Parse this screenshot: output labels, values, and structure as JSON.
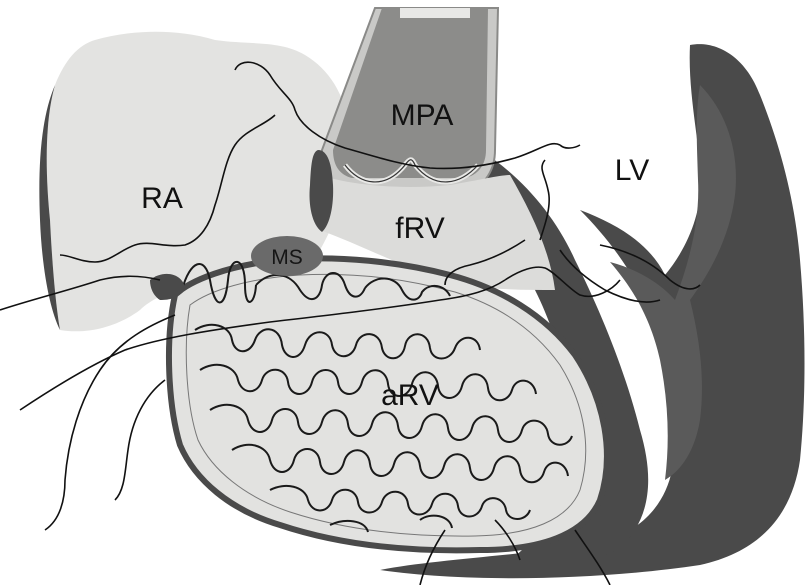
{
  "labels": {
    "mpa": "MPA",
    "ra": "RA",
    "lv": "LV",
    "frv": "fRV",
    "ms": "MS",
    "arv": "aRV"
  },
  "colors": {
    "background": "#ffffff",
    "tissue_light": "#e3e3e1",
    "tissue_mid": "#c9c9c7",
    "wall_dark": "#4a4a4a",
    "ms_fill": "#6a6a6a",
    "nerve_line": "#111111"
  }
}
